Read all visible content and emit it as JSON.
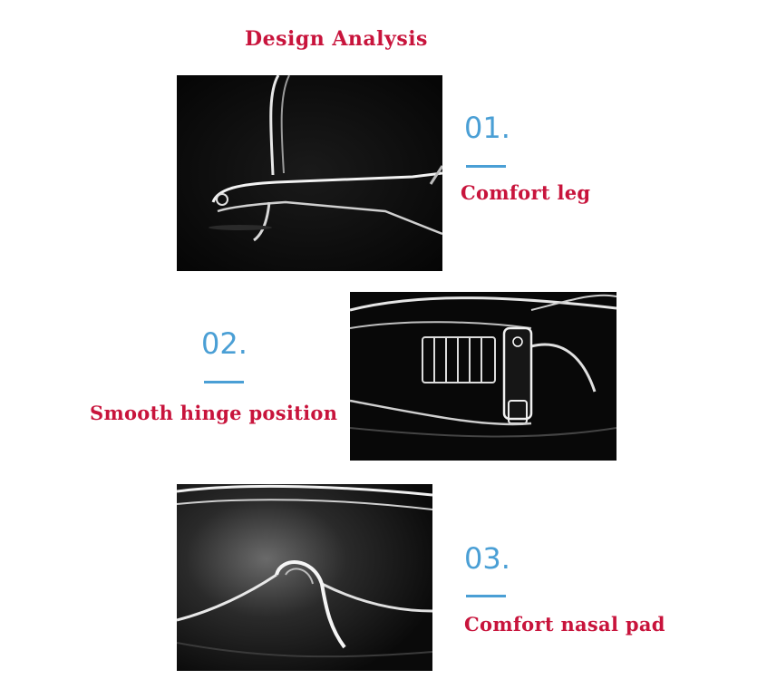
{
  "title": "Design Analysis",
  "features": [
    {
      "number": "01.",
      "label": "Comfort leg",
      "image": "glasses-temple-arm-photo"
    },
    {
      "number": "02.",
      "label": "Smooth hinge position",
      "image": "glasses-hinge-photo"
    },
    {
      "number": "03.",
      "label": "Comfort nasal pad",
      "image": "glasses-nose-pad-photo"
    }
  ],
  "colors": {
    "heading_red": "#c8143c",
    "number_blue": "#4a9fd5",
    "photo_background": "#0b0b0b",
    "page_background": "#ffffff"
  }
}
